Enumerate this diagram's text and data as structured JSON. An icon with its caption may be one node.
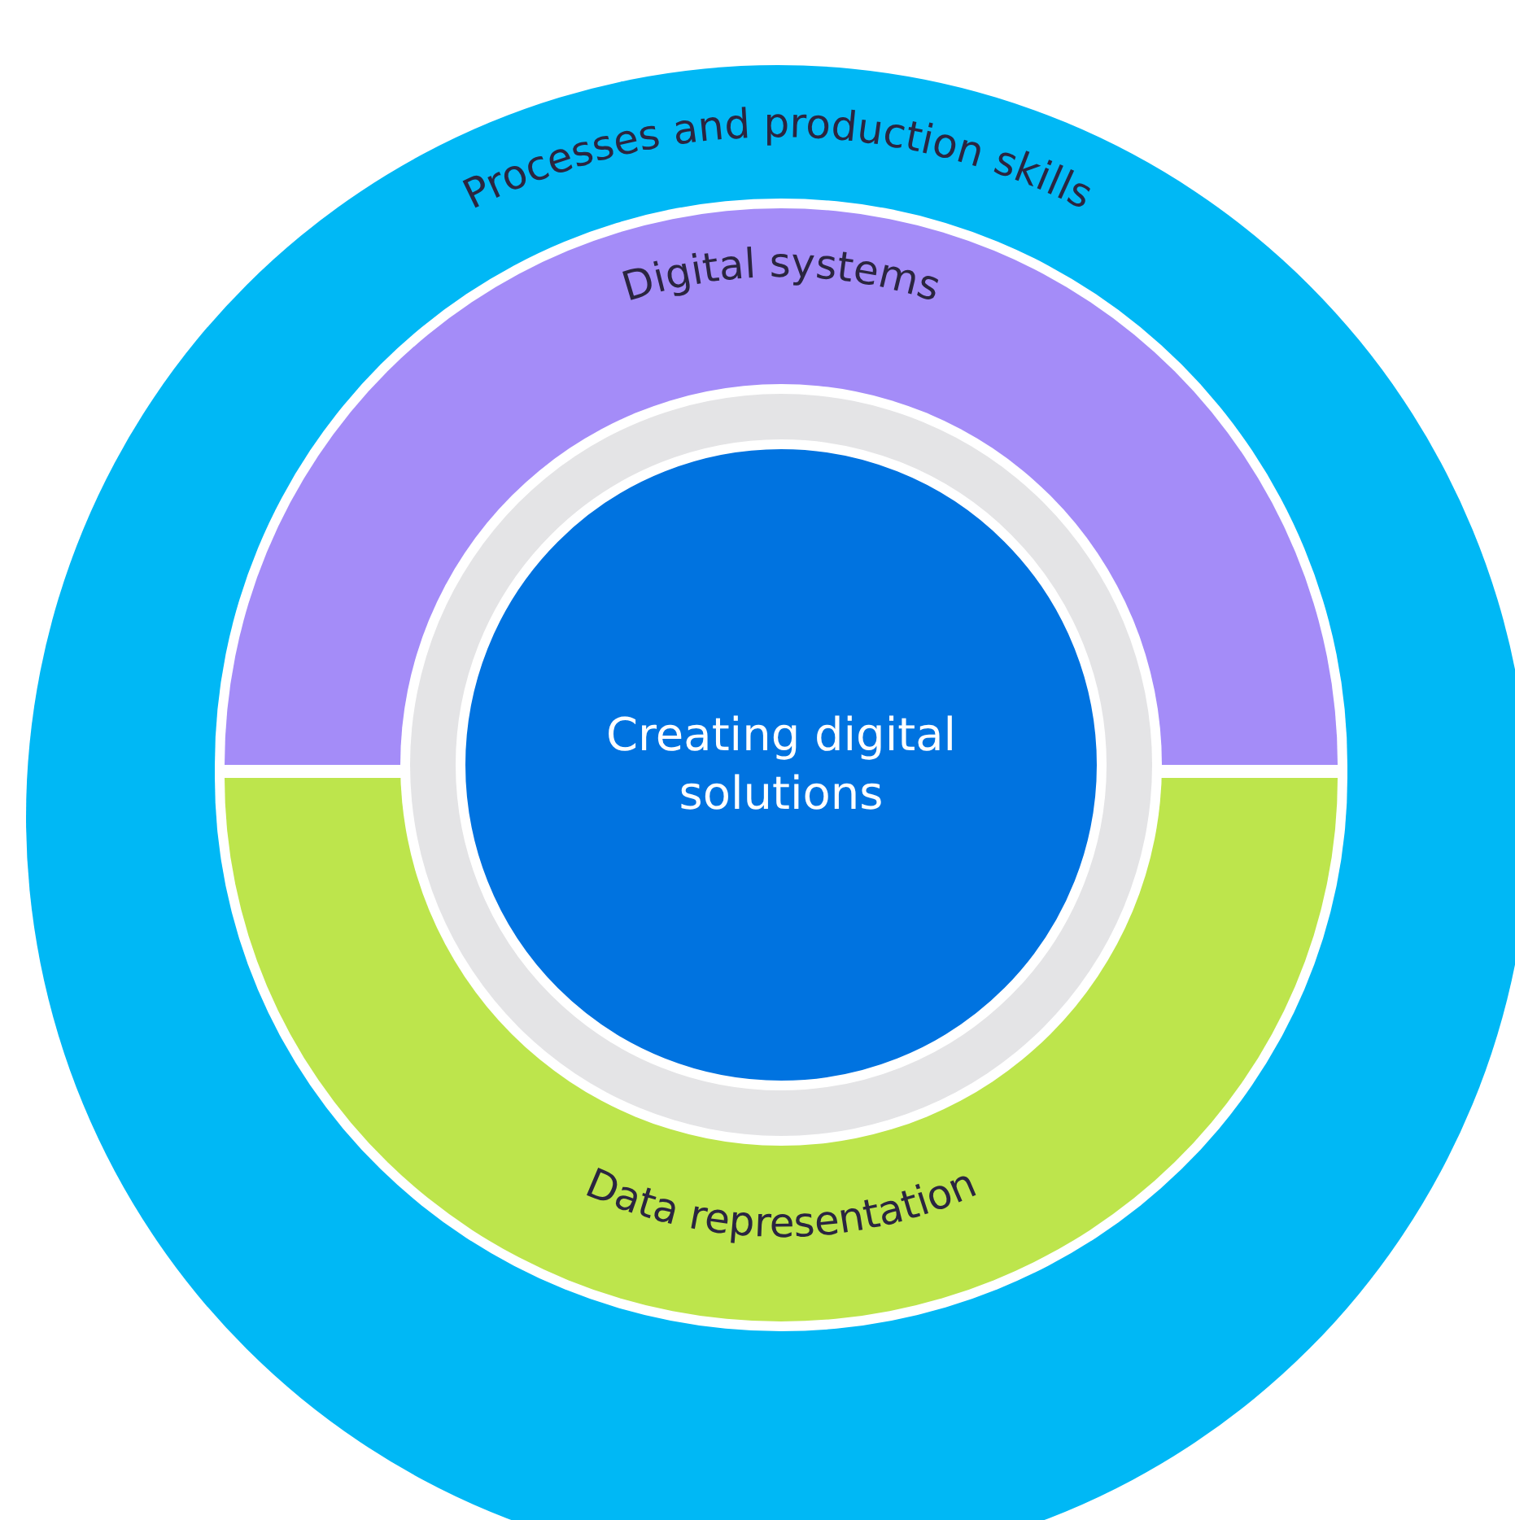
{
  "diagram": {
    "nodes": [
      {
        "text": [
          "Processes and production skills"
        ]
      },
      {
        "text": [
          "Digital systems"
        ],
        "in": 0
      },
      {
        "text": [
          "Data representation"
        ],
        "in": 0
      },
      {
        "text": [
          "Creating digital solutions"
        ],
        "in": 0
      }
    ]
  }
}
